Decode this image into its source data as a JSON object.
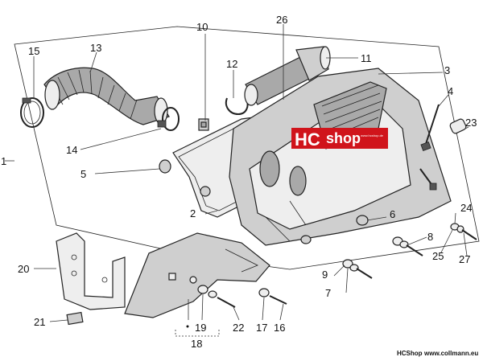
{
  "callouts": {
    "c1": "1",
    "c2": "2",
    "c3": "3",
    "c4": "4",
    "c5": "5",
    "c6": "6",
    "c7": "7",
    "c8": "8",
    "c9": "9",
    "c10": "10",
    "c11": "11",
    "c12": "12",
    "c13": "13",
    "c14": "14",
    "c15": "15",
    "c16": "16",
    "c17": "17",
    "c18": "18",
    "c19": "19",
    "c20": "20",
    "c21": "21",
    "c22": "22",
    "c23": "23",
    "c24": "24",
    "c25": "25",
    "c26": "26",
    "c27": "27"
  },
  "logo": {
    "hc": "HC",
    "shop": "shop",
    "url": "www.hcshop.de"
  },
  "footer": {
    "brand": "HCShop",
    "url": "www.collmann.eu"
  }
}
